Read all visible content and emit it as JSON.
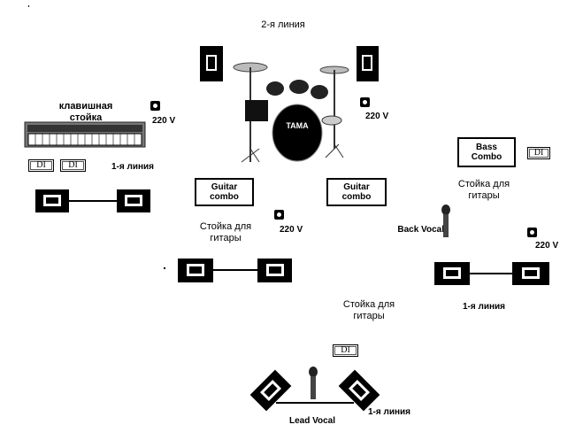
{
  "labels": {
    "second_line": "2-я линия",
    "keyboard_stand": "клавишная\nстойка",
    "first_line": "1-я линия",
    "guitar_stand": "Стойка для\nгитары",
    "volt": "220 V",
    "guitar_combo": "Guitar\ncombo",
    "bass_combo": "Bass\nCombo",
    "di": "DI",
    "back_vocal": "Back Vocal",
    "lead_vocal": "Lead Vocal"
  },
  "drum_brand": "TAMA",
  "colors": {
    "ink": "#000000",
    "paper": "#ffffff"
  }
}
